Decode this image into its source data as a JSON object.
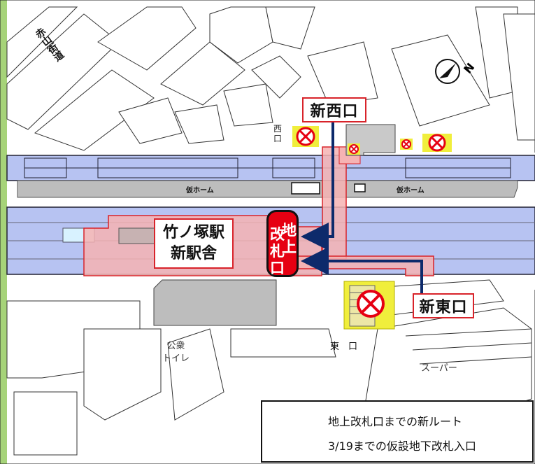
{
  "map": {
    "road_name": "赤山街道",
    "north_label": "N",
    "station_name_line1": "竹ノ塚駅",
    "station_name_line2": "新駅舎",
    "ground_gate_chars": [
      "地",
      "上",
      "改",
      "札",
      "口"
    ],
    "new_west_exit": "新西口",
    "new_east_exit": "新東口",
    "west_exit_chars": [
      "西",
      "口"
    ],
    "east_exit": "東　口",
    "temp_platform_label": "仮ホーム",
    "toilet_line1": "公衆",
    "toilet_line2": "トイレ",
    "supermarket": "スーパー"
  },
  "legend": {
    "route_label": "地上改札口までの新ルート",
    "closed_label": "3/19までの仮設地下改札入口"
  },
  "colors": {
    "route_arrow": "#0d2a6b",
    "closed_marker": "#e60012",
    "highlight": "#f0ee3c",
    "track": "#b7c3f2",
    "new_building": "#f6b3b3",
    "border_green": "#8bc45a"
  }
}
